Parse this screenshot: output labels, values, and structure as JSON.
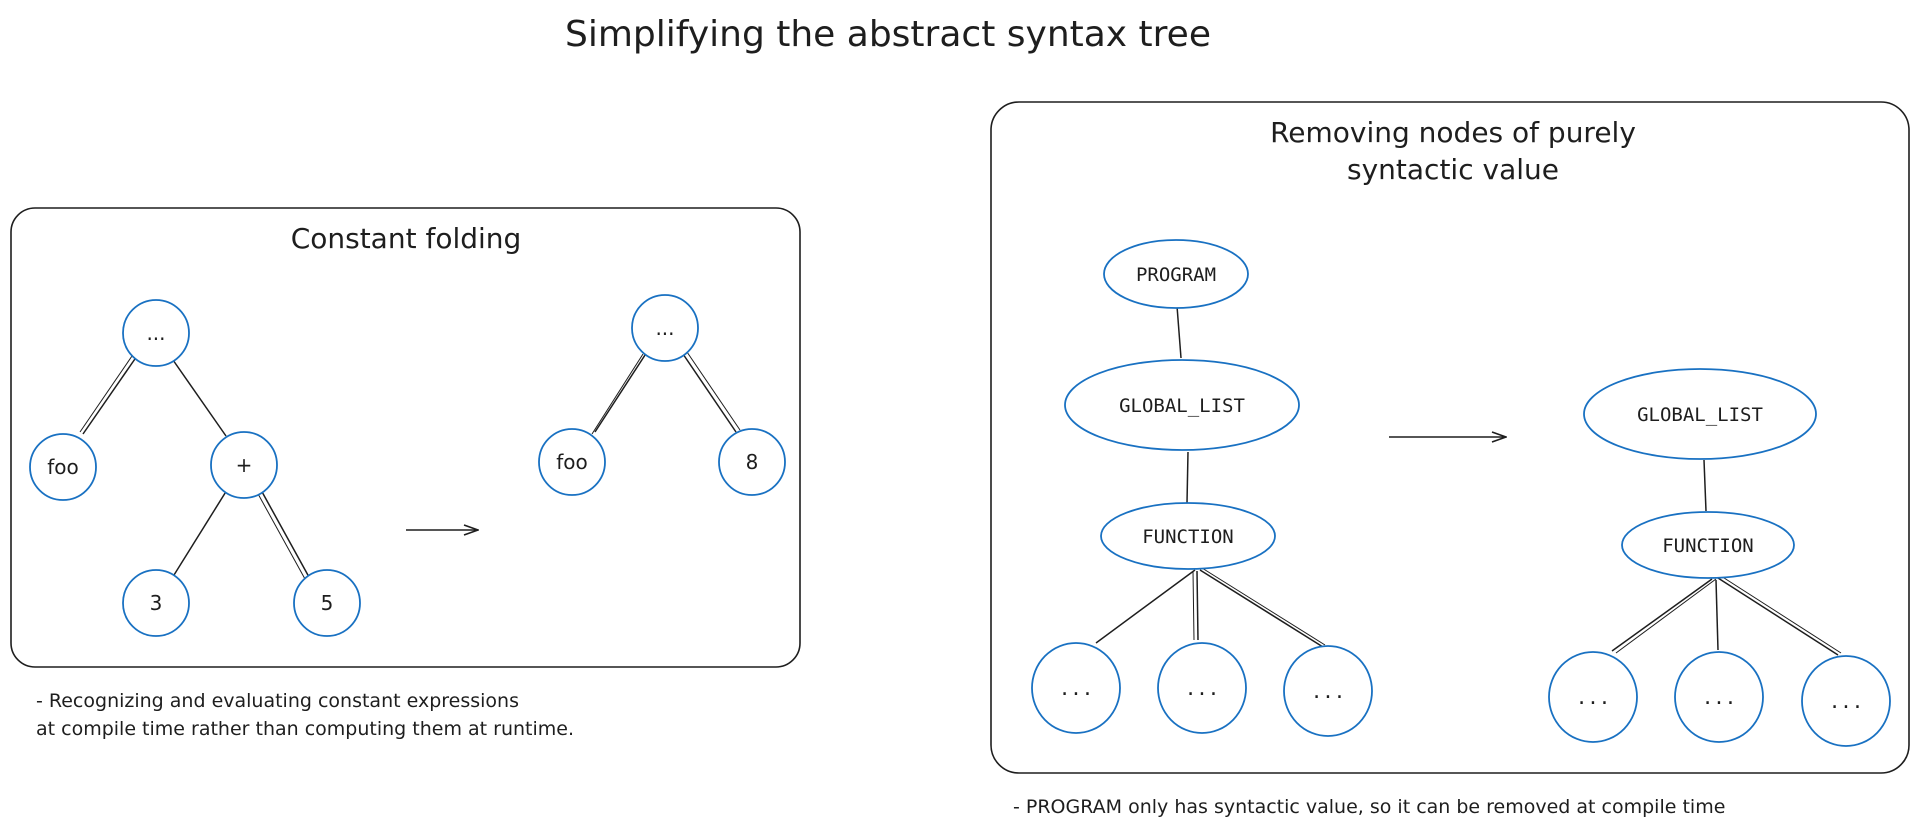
{
  "title": "Simplifying the abstract syntax tree",
  "colors": {
    "ink": "#1e1e1e",
    "node_stroke": "#1971c2",
    "background": "#ffffff"
  },
  "constant_folding": {
    "heading": "Constant folding",
    "before": {
      "root": "...",
      "left": "foo",
      "plus": "+",
      "three": "3",
      "five": "5"
    },
    "after": {
      "root": "...",
      "left": "foo",
      "result": "8"
    },
    "note_line1": "- Recognizing and evaluating constant expressions",
    "note_line2": "at compile time rather than computing them at runtime."
  },
  "removing_nodes": {
    "heading_line1": "Removing nodes of purely",
    "heading_line2": "syntactic value",
    "before": {
      "program": "PROGRAM",
      "global_list": "GLOBAL_LIST",
      "function": "FUNCTION",
      "child1": "...",
      "child2": "...",
      "child3": "..."
    },
    "after": {
      "global_list": "GLOBAL_LIST",
      "function": "FUNCTION",
      "child1": "...",
      "child2": "...",
      "child3": "..."
    },
    "note": "- PROGRAM only has syntactic value, so it can be removed at compile time"
  }
}
